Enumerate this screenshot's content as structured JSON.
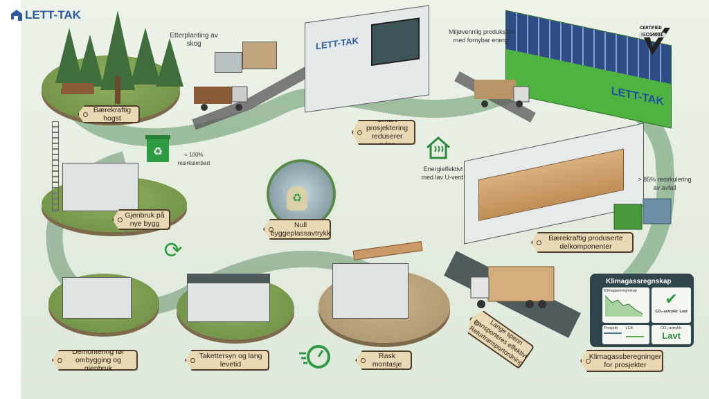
{
  "brand": {
    "name": "LETT-TAK",
    "color": "#2c5aa0"
  },
  "certification": {
    "top": "CERTIFIED",
    "badge_prefix": "ISO",
    "badge_number": "14001"
  },
  "labels": {
    "harvest": "Bærekraftig hogst",
    "replanting": "Etterplanting av skog",
    "smart_design": "Smart prosjektering reduserer svinn",
    "eco_production": "Miljøvennlig produksjon med fornybar energi",
    "recyclable": "≈ 100% resirkulerbart",
    "energy": "Energieffektivt med lav U-verdi",
    "waste_recycling": "> 85% resirkulering av avfall",
    "reuse": "Gjenbruk på nye bygg",
    "zero_site": "Null byggeplassavtrykk",
    "components": "Bærekraftig produserte delkomponenter",
    "transport": "Lange spenn transporteres effektivt. Returtransportordning.",
    "dismantle": "Demontering før ombygging og gjenbruk",
    "inspection": "Takettersyn og lang levetid",
    "assembly": "Rask montasje",
    "climate_calc": "Klimagassberegninger for prosjekter"
  },
  "factory_sign": "LETT-TAK",
  "office_sign": "LETT-TAK",
  "dashboard": {
    "title": "Klimagassregnskap",
    "chart_title": "Klimagassregnskap",
    "status_label": "CO₂-avtrykk: Lavt",
    "footprint_label": "CO₂-avtrykk:",
    "footprint_value": "Lavt",
    "project_label": "Prosjekt",
    "lca_label": "LCA"
  },
  "colors": {
    "tag_bg": "#ead9b5",
    "path": "#6f9a74",
    "accent_green": "#2e9a44"
  }
}
